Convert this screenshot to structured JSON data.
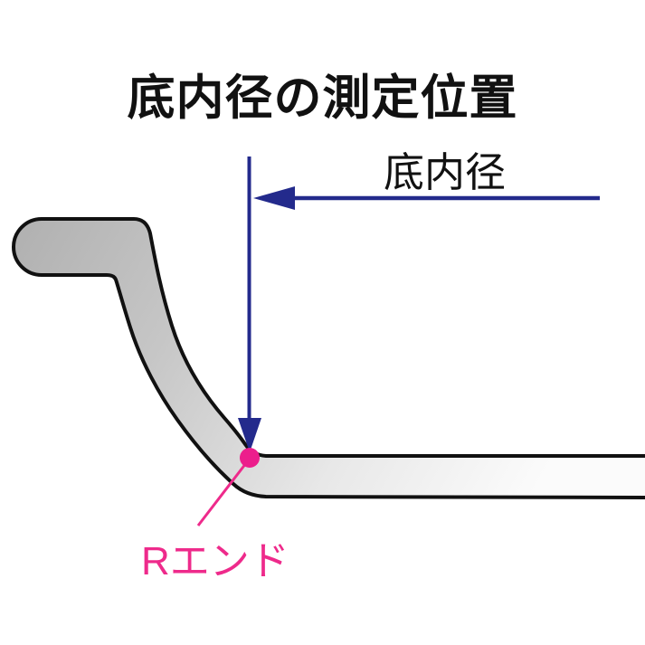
{
  "title": "底内径の測定位置",
  "diagram": {
    "dimension_label": "底内径",
    "r_end_label": "Rエンド",
    "colors": {
      "dimension_line": "#232a8c",
      "r_end": "#ee2a8b",
      "r_end_dot": "#ec1e8c",
      "outline": "#111111",
      "fill_dark": "#b0b0b0",
      "fill_mid": "#c6c6c6",
      "fill_light2": "#e8e8e8",
      "fill_light": "#fbfbfb",
      "background": "#ffffff",
      "text": "#111111"
    }
  }
}
